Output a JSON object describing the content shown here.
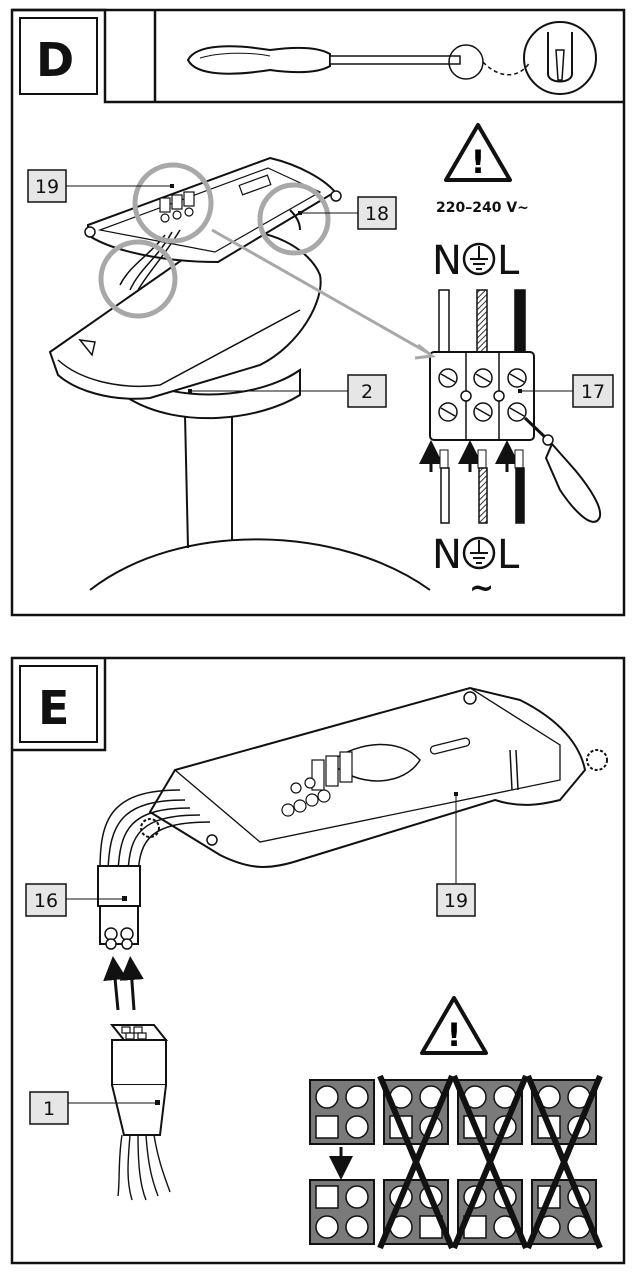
{
  "panels": [
    {
      "letter": "D",
      "warning_symbol": "!",
      "voltage": "220–240 V~",
      "terminals_top": {
        "n": "N",
        "l": "L"
      },
      "terminals_bottom": {
        "n": "N",
        "l": "L",
        "tilde": "~"
      },
      "callouts": [
        "19",
        "18",
        "2",
        "17"
      ]
    },
    {
      "letter": "E",
      "warning_symbol": "!",
      "callouts": [
        "19",
        "16",
        "1"
      ]
    }
  ],
  "icons": [
    "screwdriver-icon",
    "warning-triangle-icon",
    "earth-ground-icon",
    "arrow-up-icon",
    "arrow-down-icon",
    "cross-mark-icon"
  ],
  "colors": {
    "line": "#111111",
    "callout_bg": "#e6e6e6",
    "highlight_circle": "#a8a8a8",
    "grid_fill": "#7a7a7a"
  }
}
